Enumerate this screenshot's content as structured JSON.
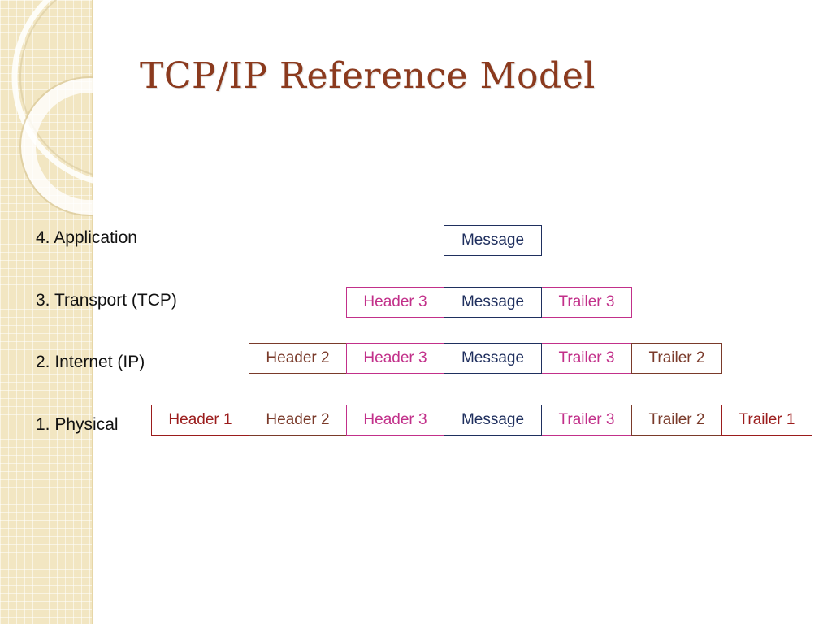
{
  "slide": {
    "title": "TCP/IP Reference Model"
  },
  "layers": [
    {
      "label": "4. Application"
    },
    {
      "label": "3. Transport (TCP)"
    },
    {
      "label": "2. Internet (IP)"
    },
    {
      "label": "1. Physical"
    }
  ],
  "cell_types": {
    "message": {
      "text": "Message",
      "color": "#1f2f5e"
    },
    "header3": {
      "text": "Header 3",
      "color": "#c2308a"
    },
    "trailer3": {
      "text": "Trailer 3",
      "color": "#c2308a"
    },
    "header2": {
      "text": "Header 2",
      "color": "#7a3a2a"
    },
    "trailer2": {
      "text": "Trailer 2",
      "color": "#7a3a2a"
    },
    "header1": {
      "text": "Header 1",
      "color": "#9b1c1c"
    },
    "trailer1": {
      "text": "Trailer 1",
      "color": "#9b1c1c"
    }
  },
  "rows": [
    [
      "message"
    ],
    [
      "header3",
      "message",
      "trailer3"
    ],
    [
      "header2",
      "header3",
      "message",
      "trailer3",
      "trailer2"
    ],
    [
      "header1",
      "header2",
      "header3",
      "message",
      "trailer3",
      "trailer2",
      "trailer1"
    ]
  ]
}
